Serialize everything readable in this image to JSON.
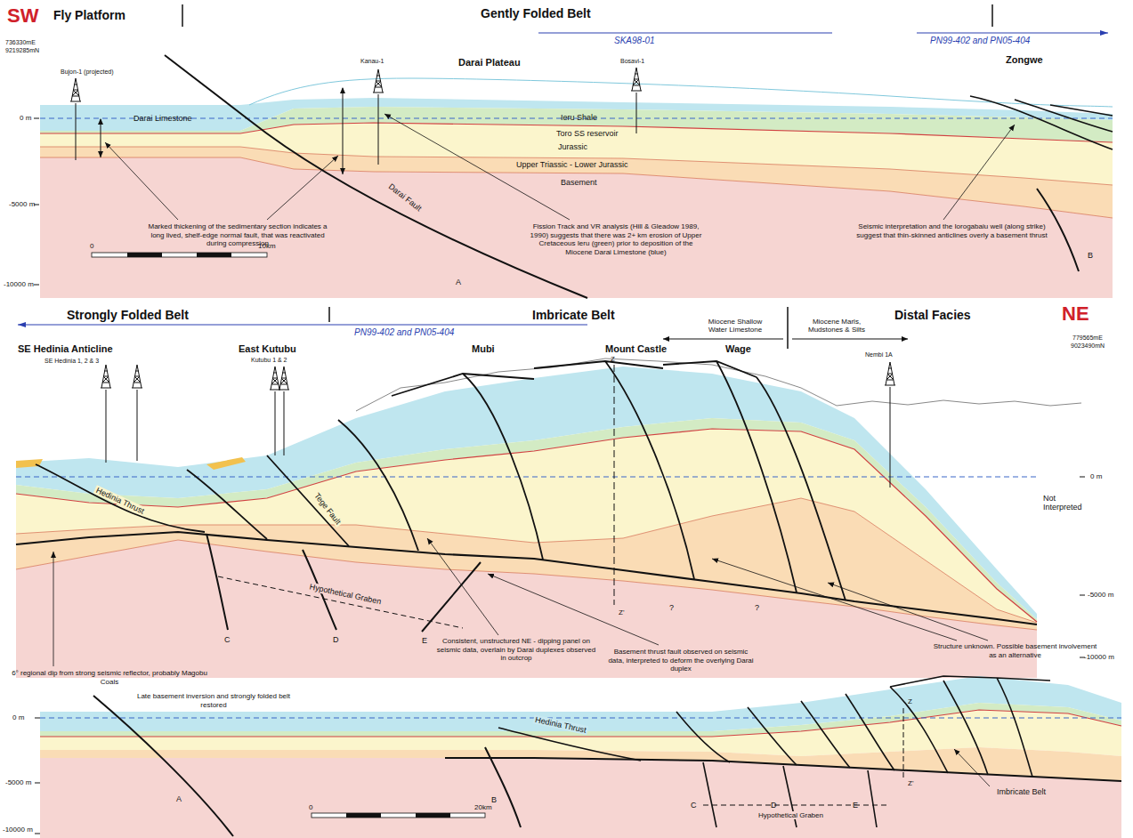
{
  "diagram": {
    "labels": [
      "SW",
      "Fly Platform",
      "Gently Folded Belt",
      "SKA98-01",
      "PN99-402 and PN05-404",
      "736330mE",
      "9219285mN",
      "Bujon-1 (projected)",
      "Kanau-1",
      "Darai Plateau",
      "Bosavi-1",
      "Zongwe",
      "0 m",
      "Darai Limestone",
      "Ieru Shale",
      "Toro SS reservoir",
      "Jurassic",
      "Upper Triassic - Lower Jurassic",
      "Basement",
      "-5000 m",
      "Darai Fault",
      "Marked thickening of the sedimentary section indicates a long lived, shelf-edge normal fault, that was reactivated during compression",
      "Fission Track and VR analysis (Hill & Gleadow 1989, 1990) suggests that there was 2+ km erosion of Upper Cretaceous Ieru (green) prior to deposition of the Miocene Darai Limestone (blue)",
      "Seismic interpretation and the Iorogabaiu well (along strike) suggest that thin-skinned anticlines overly a basement thrust",
      "0",
      "10km",
      "A",
      "B",
      "-10000 m",
      "Strongly Folded Belt",
      "Imbricate Belt",
      "Distal Facies",
      "NE",
      "PN99-402 and PN05-404",
      "Miocene Shallow Water Limestone",
      "Miocene Marls, Mudstones & Silts",
      "SE Hedinia Anticline",
      "SE Hedinia 1, 2 & 3",
      "East Kutubu",
      "Kutubu 1 & 2",
      "Mubi",
      "Mount Castle",
      "Wage",
      "779565mE",
      "9023490mN",
      "Z",
      "Nembi 1A",
      "0 m",
      "Not Interpreted",
      "Hedinia Thrust",
      "Tege Fault",
      "-5000 m",
      "?",
      "?",
      "Hypothetical Graben",
      "C",
      "D",
      "E",
      "Z'",
      "6° regional dip from strong seismic reflector, probably Magobu Coals",
      "Consistent, unstructured NE - dipping panel on seismic data, overlain by Darai duplexes observed in outcrop",
      "Basement thrust fault observed on seismic data, interpreted to deform the overlying Darai duplex",
      "Structure unknown. Possible basement involvement as an alternative",
      "-10000 m",
      "Late basement inversion and strongly folded belt restored",
      "0 m",
      "-5000 m",
      "-10000 m",
      "A",
      "B",
      "Hedinia Thrust",
      "C",
      "D",
      "E",
      "Z'",
      "Hypothetical Graben",
      "Imbricate Belt",
      "Z",
      "0",
      "20km"
    ]
  }
}
